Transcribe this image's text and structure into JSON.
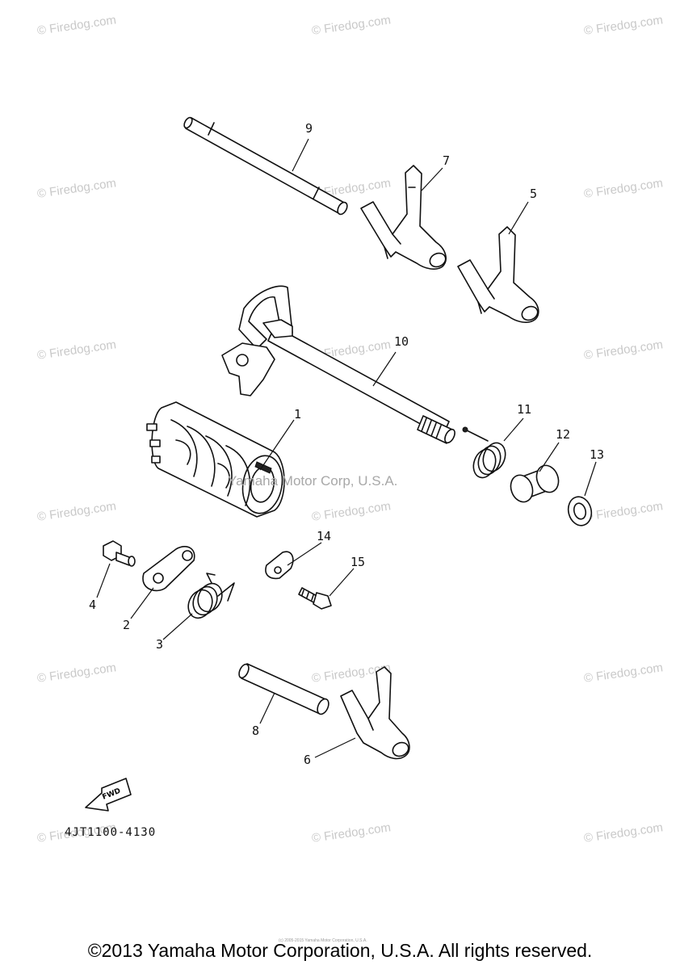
{
  "watermark_text": "© Firedog.com",
  "center_watermark": "Yamaha Motor Corp, U.S.A.",
  "callouts": [
    "1",
    "2",
    "3",
    "4",
    "5",
    "6",
    "7",
    "8",
    "9",
    "10",
    "11",
    "12",
    "13",
    "14",
    "15"
  ],
  "fwd_label": "FWD",
  "drawing_code": "4JT1100-4130",
  "tiny_credit": "(c) 2005-2015 Yamaha Motor Corporation, U.S.A.",
  "copyright": "©2013 Yamaha Motor Corporation, U.S.A. All rights reserved."
}
